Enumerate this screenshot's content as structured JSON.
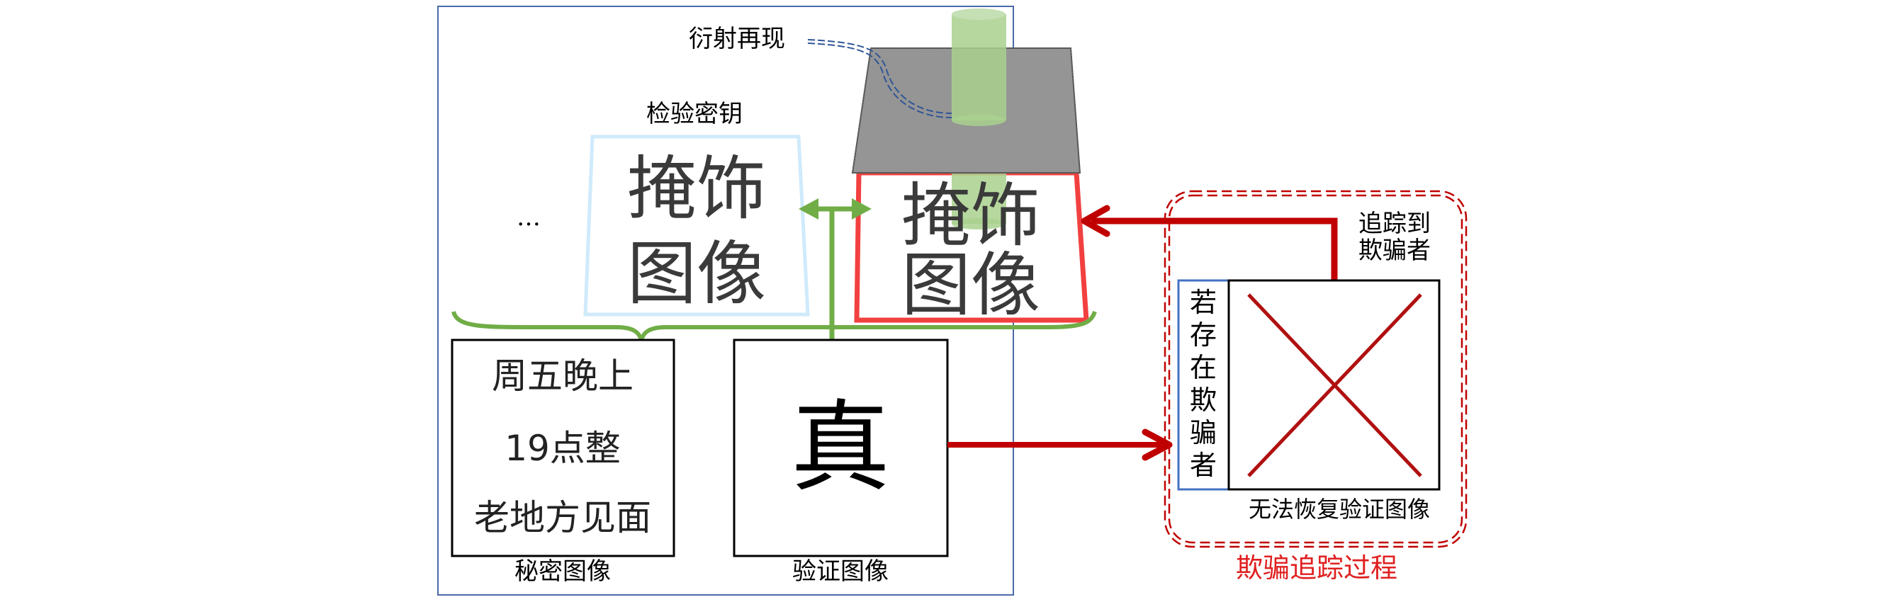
{
  "labels": {
    "diffraction": "衍射再现",
    "check_key": "检验密钥",
    "ellipsis": "…",
    "mask_line1": "掩饰",
    "mask_line2": "图像",
    "secret_line1": "周五晚上",
    "secret_line2": "19点整",
    "secret_line3": "老地方见面",
    "secret_caption": "秘密图像",
    "verify_char": "真",
    "verify_caption": "验证图像",
    "traced_line1": "追踪到",
    "traced_line2": "欺骗者",
    "if_cheater": [
      "若",
      "存",
      "在",
      "欺",
      "骗",
      "者"
    ],
    "cannot_recover": "无法恢复验证图像",
    "process_title": "欺骗追踪过程"
  },
  "colors": {
    "frame": "#4a6aa8",
    "green": "#70ad47",
    "red": "#c00000",
    "red_light": "#f24040",
    "light_blue": "#cfeafb",
    "blue_box": "#4472c4"
  }
}
